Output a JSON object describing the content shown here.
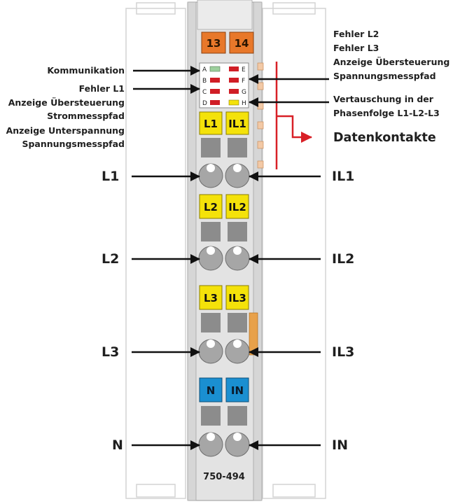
{
  "device": {
    "model": "750-494",
    "top_markers": [
      "13",
      "14"
    ],
    "led_letters_left": [
      "A",
      "B",
      "C",
      "D"
    ],
    "led_letters_right": [
      "E",
      "F",
      "G",
      "H"
    ],
    "groups": [
      {
        "markers": [
          "L1",
          "IL1"
        ],
        "color": "yellow"
      },
      {
        "markers": [
          "L2",
          "IL2"
        ],
        "color": "yellow"
      },
      {
        "markers": [
          "L3",
          "IL3"
        ],
        "color": "yellow"
      },
      {
        "markers": [
          "N",
          "IN"
        ],
        "color": "blue"
      }
    ]
  },
  "labels_left": [
    "Kommunikation",
    "Fehler L1",
    "Anzeige Übersteuerung",
    "Strommesspfad",
    "Anzeige Unterspannung",
    "Spannungsmesspfad"
  ],
  "labels_right": [
    "Fehler L2",
    "Fehler L3",
    "Anzeige Übersteuerung",
    "Spannungsmesspfad",
    "Vertauschung in der",
    "Phasenfolge L1-L2-L3"
  ],
  "datenkontakte": "Datenkontakte",
  "terminals_left": [
    "L1",
    "L2",
    "L3",
    "N"
  ],
  "terminals_right": [
    "IL1",
    "IL2",
    "IL3",
    "IN"
  ],
  "colors": {
    "orange": "#e8782a",
    "yellow": "#f4e20a",
    "blue": "#1a8fd1",
    "red_led": "#d01e26",
    "green_led": "#9ccf9c",
    "yellow_led": "#f4e20a",
    "module": "#e3e3e3",
    "red_line": "#d82027"
  }
}
